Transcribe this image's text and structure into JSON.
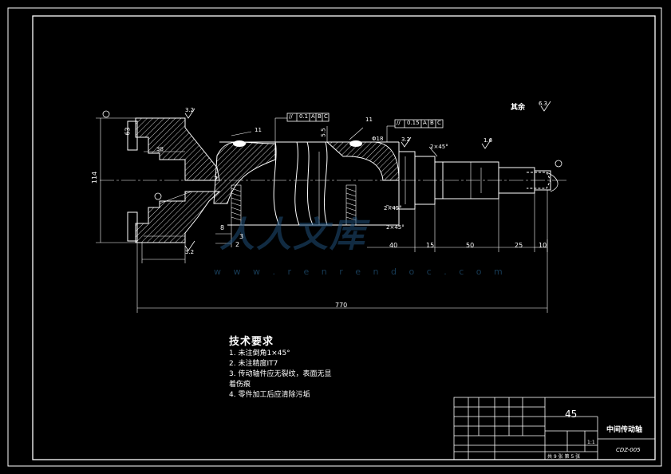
{
  "dimensions": {
    "total_length": "770",
    "d114": "114",
    "d7": "7",
    "d8": "8",
    "d3": "3",
    "d2": "2",
    "d40": "40",
    "d15": "15",
    "d50": "50",
    "d25": "25",
    "d10": "10",
    "d63": "63",
    "d38": "38",
    "d55": "5.5",
    "d18": "Φ18",
    "d2x45": "2×45°",
    "tol_1": "0.1",
    "tol_2": "0.15"
  },
  "leaders": {
    "mark_11_left": "11",
    "mark_11_right": "11",
    "ra_1": "3.2",
    "ra_2": "3.2",
    "ra_3": "1.6",
    "ra_4": "6.3",
    "ra_5": "3.2",
    "rest_label": "其余",
    "rest_ra": "6.3"
  },
  "gdt": {
    "frame1": [
      "//",
      "0.1",
      "A",
      "B",
      "C"
    ],
    "frame2": [
      "//",
      "0.15",
      "A",
      "B",
      "C"
    ]
  },
  "tech_requirements": {
    "title": "技术要求",
    "items": [
      "1. 未注倒角1×45°",
      "2. 未注精度IT7",
      "3. 传动轴件应无裂纹，表面无显",
      "   着伤痕",
      "4. 零件加工后应清除污垢"
    ]
  },
  "title_block": {
    "material": "45",
    "part_name": "中间传动轴",
    "drawing_no": "CDZ-005",
    "scale": "1:1",
    "sheet_info": "共 9 张  第 5 张"
  },
  "watermark": {
    "url": "w w w . r e n r e n d o c . c o m",
    "big": "人人文库"
  }
}
